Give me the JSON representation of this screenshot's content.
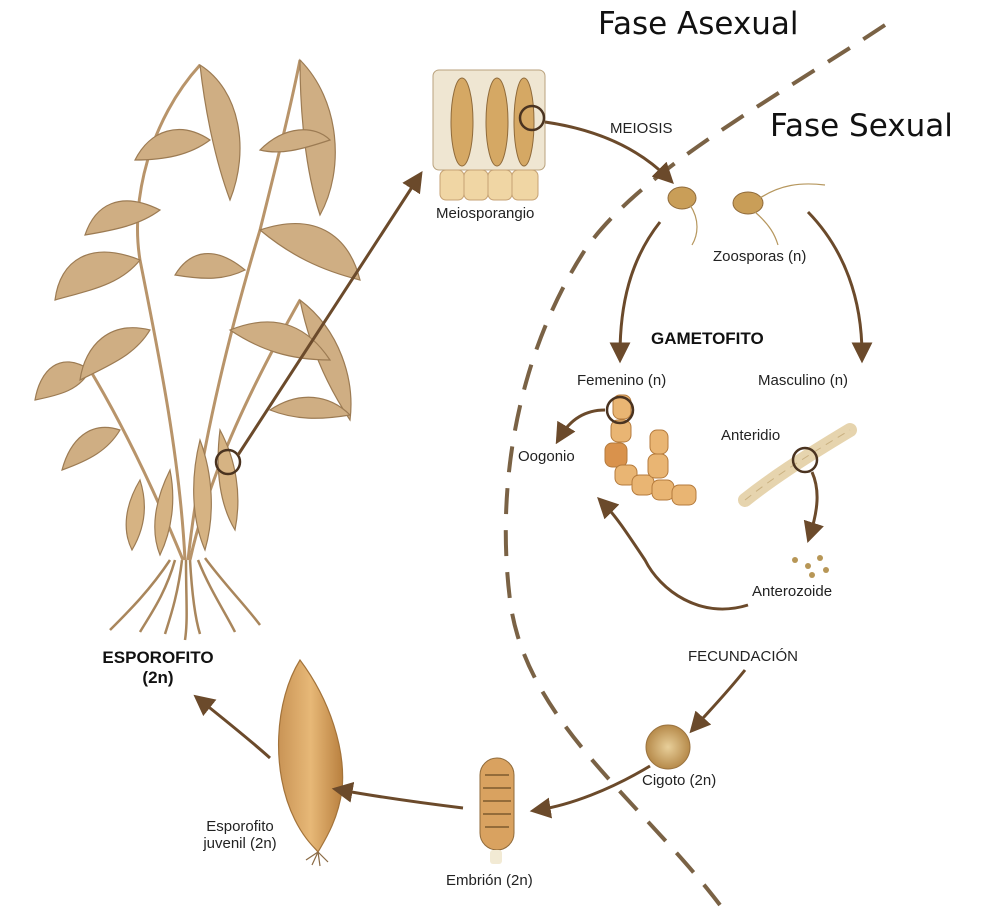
{
  "phases": {
    "asexual": "Fase Asexual",
    "sexual": "Fase Sexual"
  },
  "labels": {
    "meiosis": "MEIOSIS",
    "meiosporangio": "Meiosporangio",
    "zoosporas": "Zoosporas (n)",
    "gametofito": "GAMETOFITO",
    "femenino": "Femenino (n)",
    "masculino": "Masculino (n)",
    "oogonio": "Oogonio",
    "anteridio": "Anteridio",
    "anterozoide": "Anterozoide",
    "fecundacion": "FECUNDACIÓN",
    "cigoto": "Cigoto (2n)",
    "embrion": "Embrión (2n)",
    "esporofito_juvenil_1": "Esporofito",
    "esporofito_juvenil_2": "juvenil (2n)",
    "esporofito_1": "ESPOROFITO",
    "esporofito_2": "(2n)"
  },
  "colors": {
    "arrow": "#6b4a2b",
    "divider": "#7a6245",
    "kelp": "#c9a77c",
    "kelp_dark": "#9c7b53",
    "cell": "#e3c48e",
    "cell_dark": "#b8874a"
  }
}
